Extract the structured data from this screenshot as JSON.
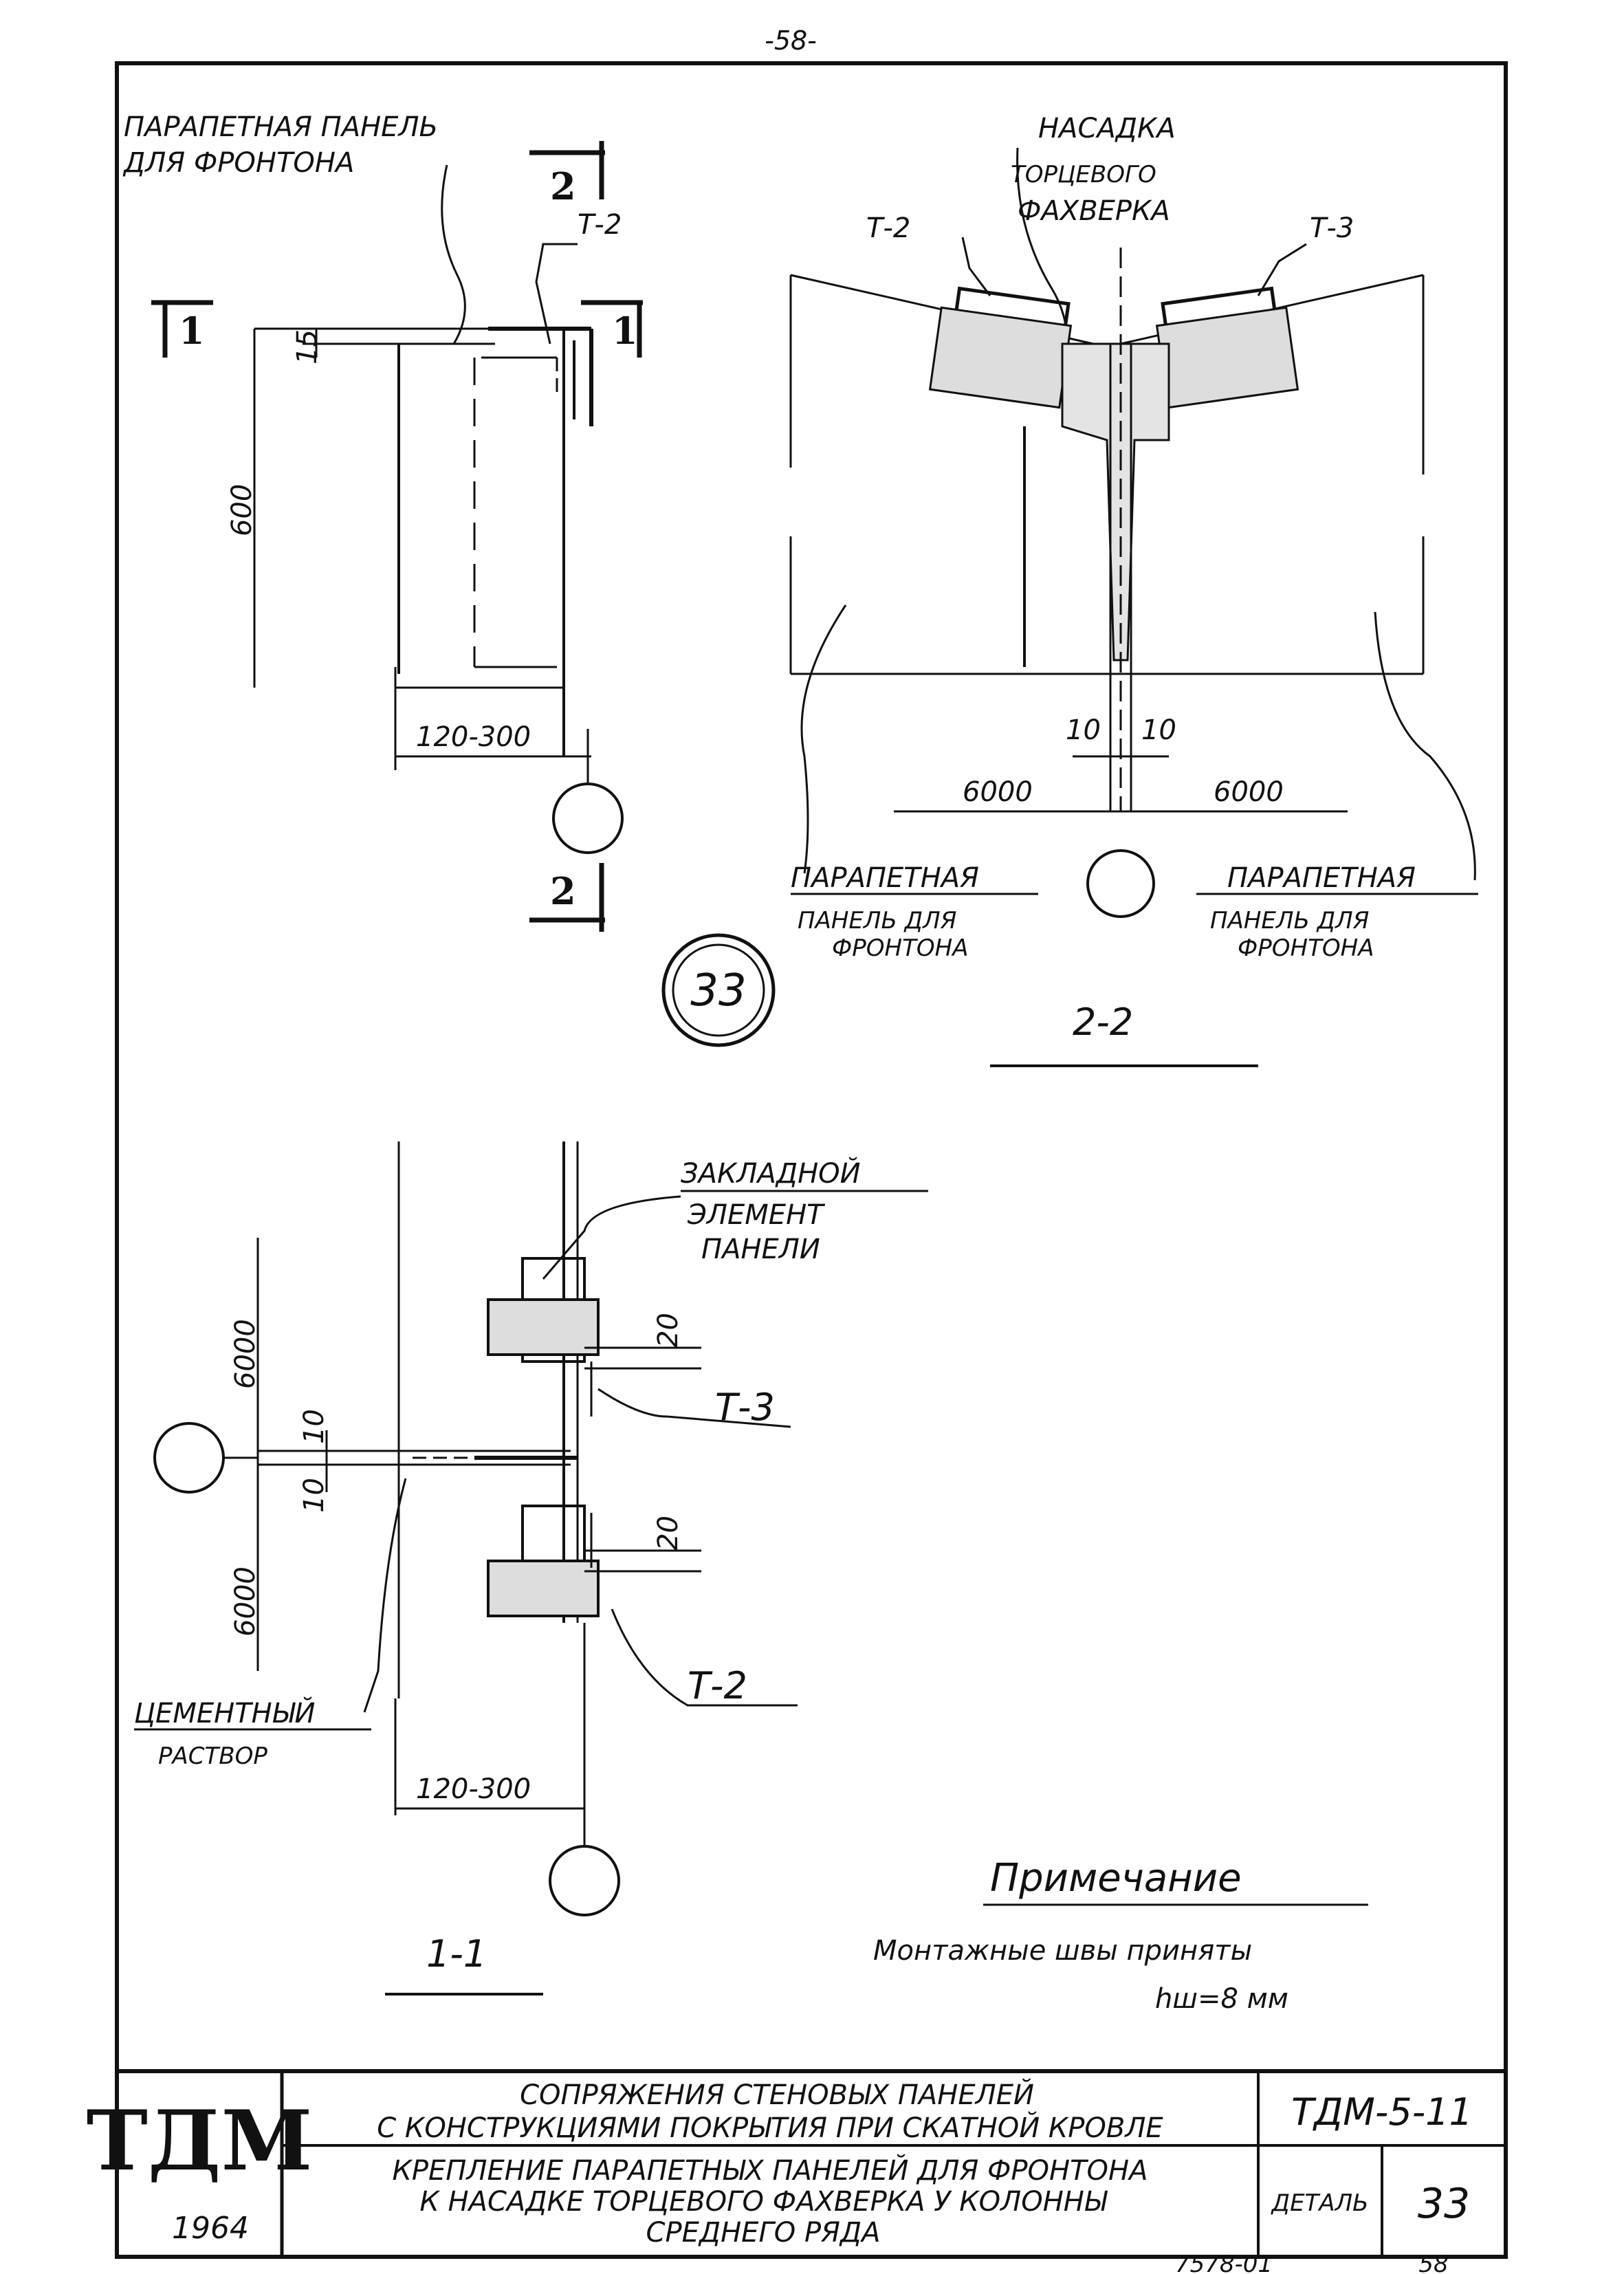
{
  "page_number": "-58-",
  "detail_badge": "33",
  "views": {
    "view1": {
      "label_parapet": [
        "ПАРАПЕТНАЯ ПАНЕЛЬ",
        "ДЛЯ ФРОНТОНА"
      ],
      "label_t2": "Т-2",
      "section_1": "1",
      "section_2": "2",
      "dim_15": "15",
      "dim_600": "600",
      "dim_120_300": "120-300"
    },
    "view2": {
      "title": "2-2",
      "label_nasadka": [
        "НАСАДКА",
        "ТОРЦЕВОГО",
        "ФАХВЕРКА"
      ],
      "label_t2": "Т-2",
      "label_t3": "Т-3",
      "dim_10_left": "10",
      "dim_10_right": "10",
      "dim_6000_left": "6000",
      "dim_6000_right": "6000",
      "label_parapet_left": [
        "ПАРАПЕТНАЯ",
        "ПАНЕЛЬ ДЛЯ",
        "ФРОНТОНА"
      ],
      "label_parapet_right": [
        "ПАРАПЕТНАЯ",
        "ПАНЕЛЬ ДЛЯ",
        "ФРОНТОНА"
      ]
    },
    "view3": {
      "title": "1-1",
      "label_zakladnoy": [
        "ЗАКЛАДНОЙ",
        "ЭЛЕМЕНТ",
        "ПАНЕЛИ"
      ],
      "label_t3": "Т-3",
      "label_t2": "Т-2",
      "dim_20_top": "20",
      "dim_20_bottom": "20",
      "dim_10_a": "10",
      "dim_10_b": "10",
      "dim_6000_top": "6000",
      "dim_6000_bottom": "6000",
      "label_cement": [
        "ЦЕМЕНТНЫЙ",
        "РАСТВОР"
      ],
      "dim_120_300": "120-300"
    }
  },
  "note": {
    "title": "Примечание",
    "line1": "Монтажные швы приняты",
    "line2": "hш=8 мм"
  },
  "title_block": {
    "org": "ТДМ",
    "year": "1964",
    "title_line1": "СОПРЯЖЕНИЯ СТЕНОВЫХ ПАНЕЛЕЙ",
    "title_line2": "С КОНСТРУКЦИЯМИ ПОКРЫТИЯ ПРИ СКАТНОЙ КРОВЛЕ",
    "subtitle_line1": "КРЕПЛЕНИЕ ПАРАПЕТНЫХ ПАНЕЛЕЙ ДЛЯ ФРОНТОНА",
    "subtitle_line2": "К НАСАДКЕ ТОРЦЕВОГО ФАХВЕРКА У КОЛОННЫ",
    "subtitle_line3": "СРЕДНЕГО РЯДА",
    "doc_code": "ТДМ-5-11",
    "detail_label": "ДЕТАЛЬ",
    "detail_number": "33"
  },
  "footer": {
    "inventory": "7578-01",
    "sheet": "58"
  }
}
